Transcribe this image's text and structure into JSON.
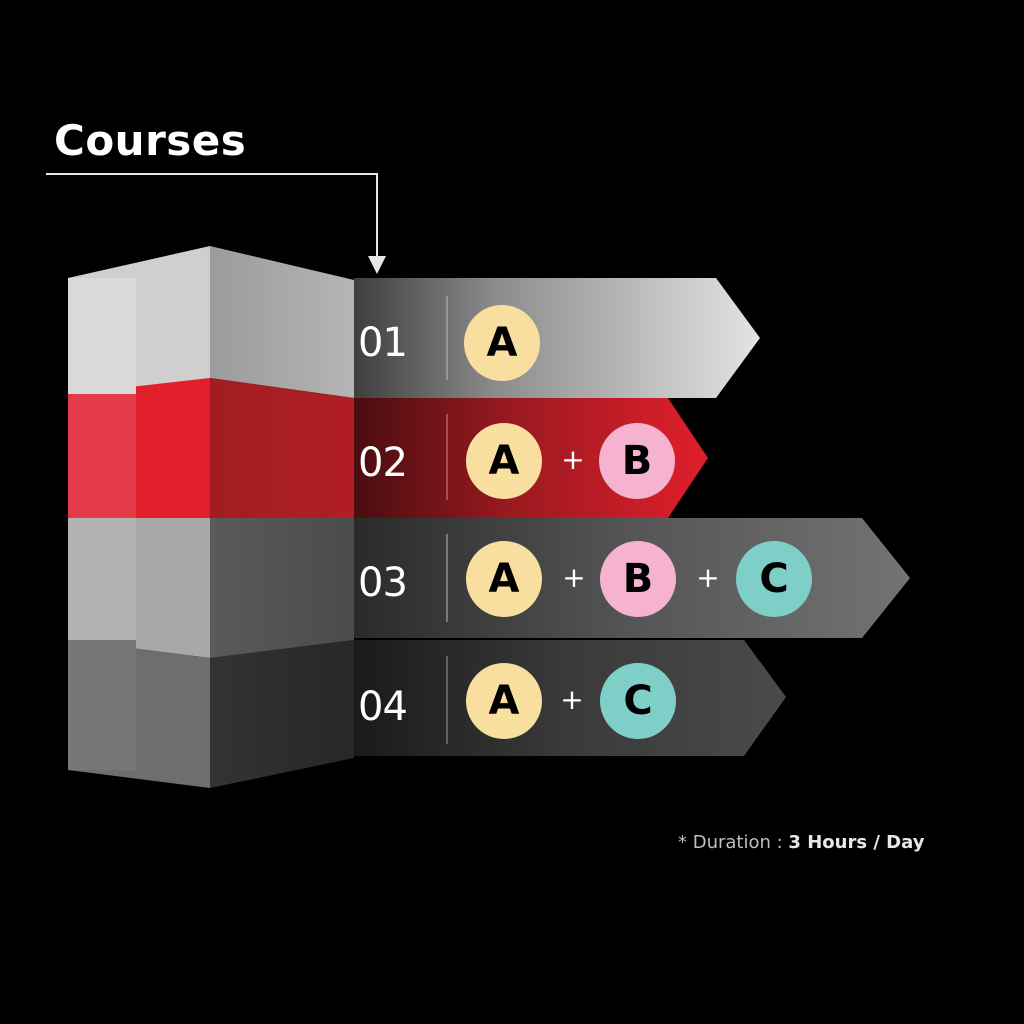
{
  "title": "Courses",
  "colors": {
    "background": "#000000",
    "accent_red": "#e01f2b",
    "badge_A": "#f8dfa0",
    "badge_B": "#f5b3cf",
    "badge_C": "#7fcfc9"
  },
  "courses": [
    {
      "number": "01",
      "items": [
        "A"
      ]
    },
    {
      "number": "02",
      "items": [
        "A",
        "+",
        "B"
      ]
    },
    {
      "number": "03",
      "items": [
        "A",
        "+",
        "B",
        "+",
        "C"
      ]
    },
    {
      "number": "04",
      "items": [
        "A",
        "+",
        "C"
      ]
    }
  ],
  "footnote": {
    "prefix": "* Duration : ",
    "value": "3 Hours / Day"
  }
}
